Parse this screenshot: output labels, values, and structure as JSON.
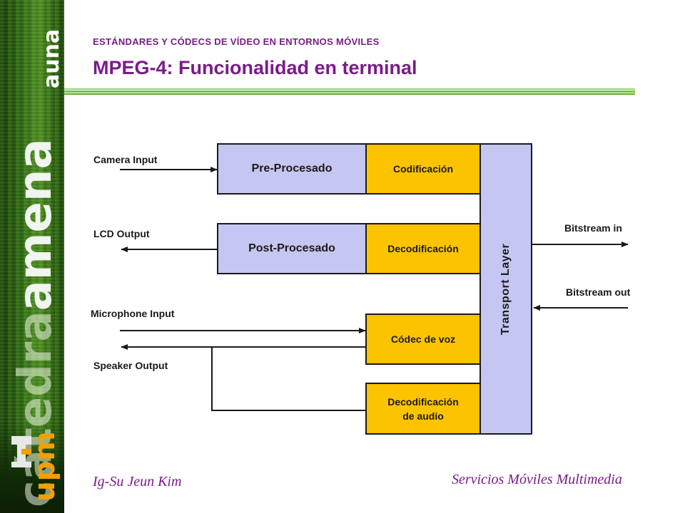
{
  "header": {
    "subtitle": "ESTÁNDARES Y CÓDECS DE VÍDEO EN ENTORNOS MÓVILES",
    "title": "MPEG-4: Funcionalidad en terminal"
  },
  "side_band": {
    "brand_faded": "cátedra",
    "brand_bold": "amena",
    "brand_small": "auna",
    "logo_text": "upm"
  },
  "diagram": {
    "blocks": {
      "pre_procesado": "Pre-Procesado",
      "codificacion": "Codificación",
      "post_procesado": "Post-Procesado",
      "decodificacion": "Decodificación",
      "codec_voz": "Códec de voz",
      "decod_audio_1": "Decodificación",
      "decod_audio_2": "de audio",
      "transport_layer": "Transport Layer"
    },
    "labels": {
      "camera_input": "Camera Input",
      "lcd_output": "LCD Output",
      "microphone_input": "Microphone Input",
      "speaker_output": "Speaker Output",
      "bitstream_in": "Bitstream in",
      "bitstream_out": "Bitstream out"
    }
  },
  "footer": {
    "author": "Ig-Su Jeun Kim",
    "course": "Servicios Móviles Multimedia"
  },
  "colors": {
    "accent": "#7a1b8a",
    "lavender": "#c6c6f2",
    "gold": "#fcc300",
    "rule_green": "#7dc242"
  }
}
